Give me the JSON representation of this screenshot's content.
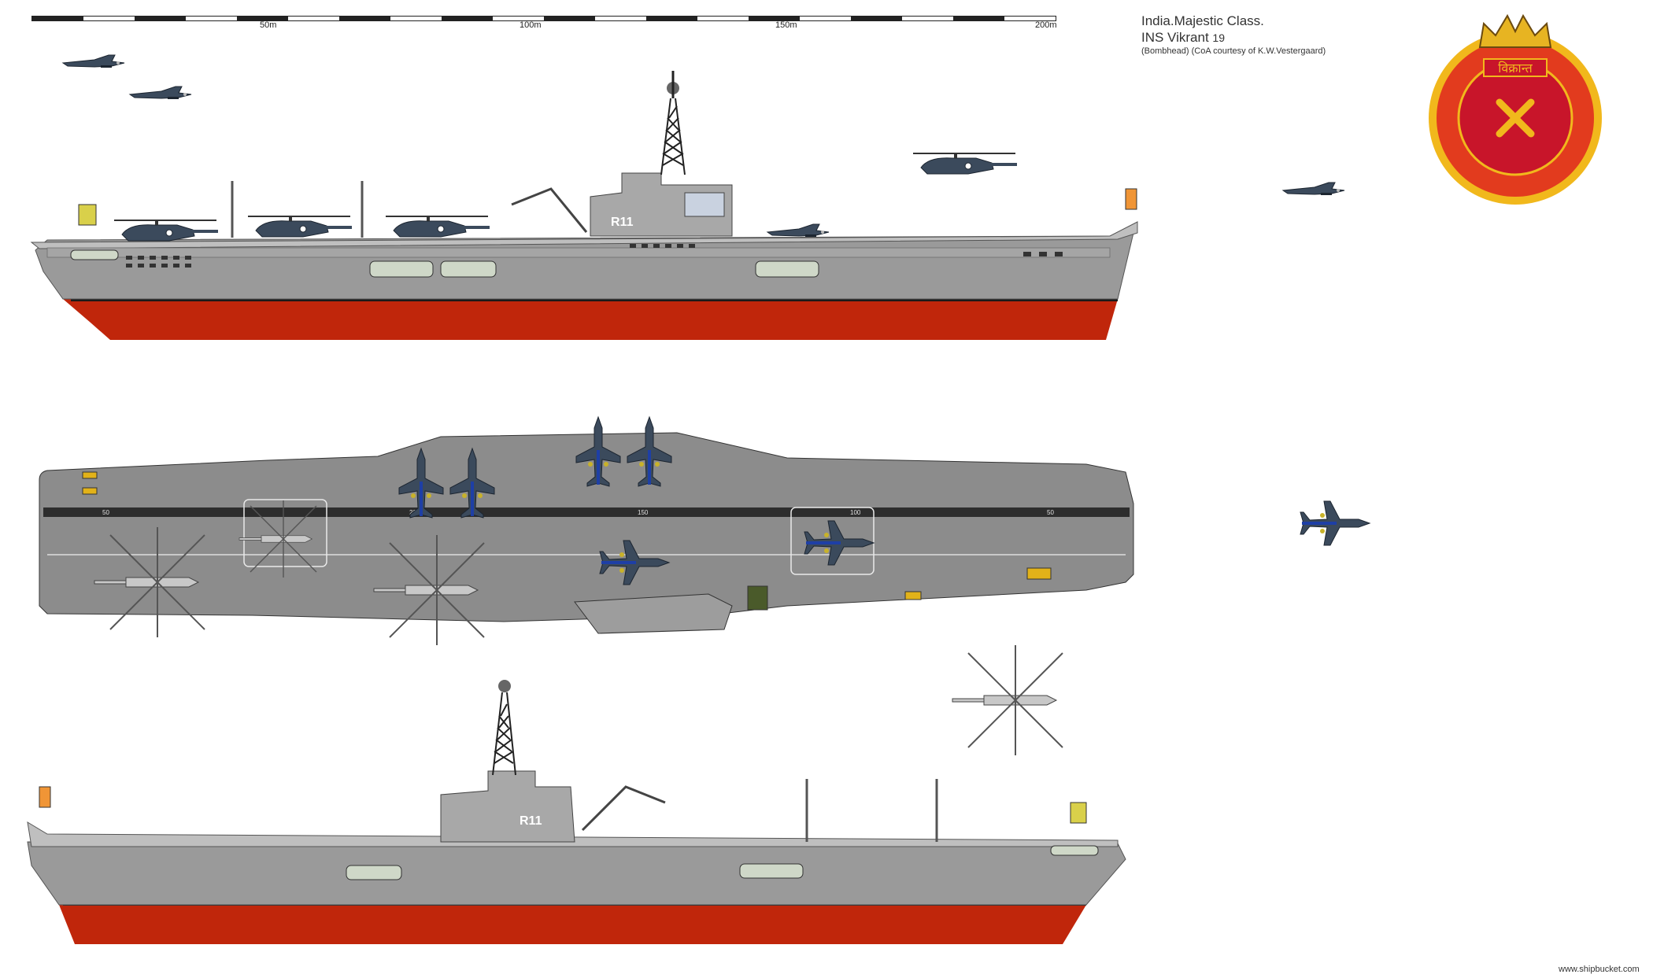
{
  "scale_bar": {
    "ticks": [
      "50m",
      "100m",
      "150m",
      "200m"
    ],
    "colors": [
      "#222222",
      "#ffffff"
    ]
  },
  "title_block": {
    "line1": "India.Majestic Class.",
    "line2_name": "INS Vikrant",
    "line2_number": "19",
    "line3": "(Bombhead) (CoA courtesy of K.W.Vestergaard)"
  },
  "emblem": {
    "motto_text": "विक्रान्त",
    "colors": {
      "outer": "#e23b1e",
      "field": "#c8152a",
      "gold": "#f1b81c",
      "crown": "#e7b422"
    }
  },
  "hull_markings": {
    "pennant_profile": "R11",
    "pennant_deck": "R11"
  },
  "deck_numbers": [
    "50",
    "100",
    "150",
    "200",
    "50"
  ],
  "colors": {
    "hull_grey": "#9a9a9a",
    "deck_grey": "#8c8c8c",
    "antifouling_red": "#c0260b",
    "boot_black": "#1a1a1a",
    "aircraft_blue": "#3b4a5c",
    "background": "#ffffff"
  },
  "footer": {
    "watermark": "www.shipbucket.com"
  }
}
